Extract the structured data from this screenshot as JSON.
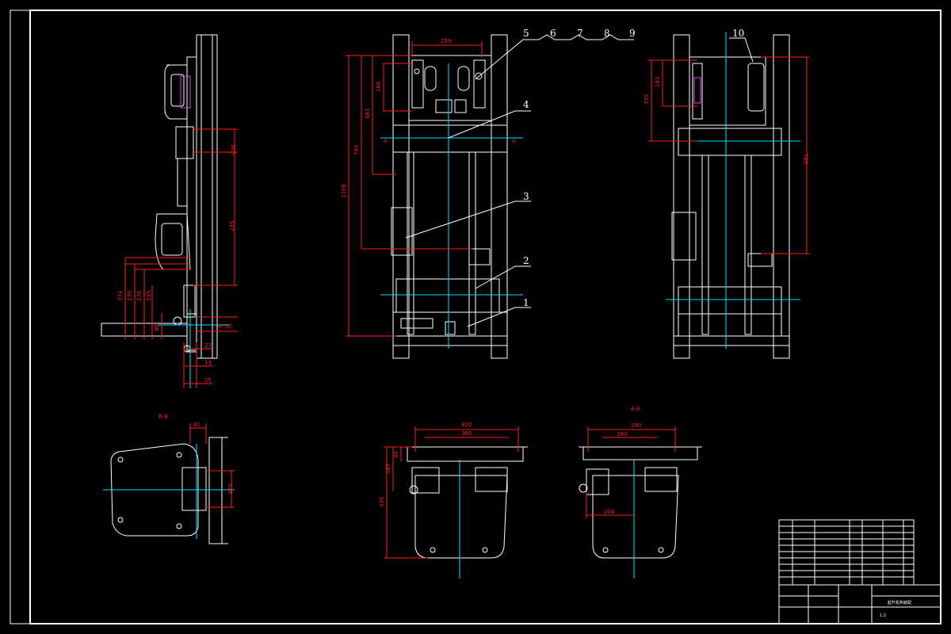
{
  "drawing": {
    "section_labels": {
      "bb": "B-B",
      "aa": "A-A",
      "a_left": "A",
      "a_right": "A"
    },
    "part_numbers": [
      "1",
      "2",
      "3",
      "4",
      "5",
      "6",
      "7",
      "8",
      "9",
      "10"
    ],
    "dimensions": {
      "side_800": "800",
      "side_537": "537",
      "side_d1": "374",
      "side_d2": "270",
      "side_d3": "276",
      "side_d4": "235",
      "side_d5": "80",
      "side_d6": "40",
      "side_d7": "20",
      "side_d8": "27",
      "side_d9": "13",
      "side_d10": "25",
      "front_259": "259",
      "front_166": "166",
      "front_483": "483",
      "front_795": "795",
      "front_1168": "1168",
      "right_183": "183",
      "right_335": "335",
      "right_785": "785",
      "bb_81": "81",
      "bb_126": "126",
      "sec_420": "420",
      "sec_360": "360",
      "sec_40": "40",
      "sec_187": "187",
      "sec_436": "436",
      "aa_290": "290",
      "aa_180": "180",
      "aa_204": "204"
    },
    "colors": {
      "outline": "#ffffff",
      "dimension": "#ff2020",
      "centerline": "#00e5ff",
      "highlight": "#e040fb"
    }
  },
  "title_block": {
    "drawing_title": "起升机构装配",
    "scale": "1:2",
    "rows_note": "parts list entries rendered too small to read"
  }
}
